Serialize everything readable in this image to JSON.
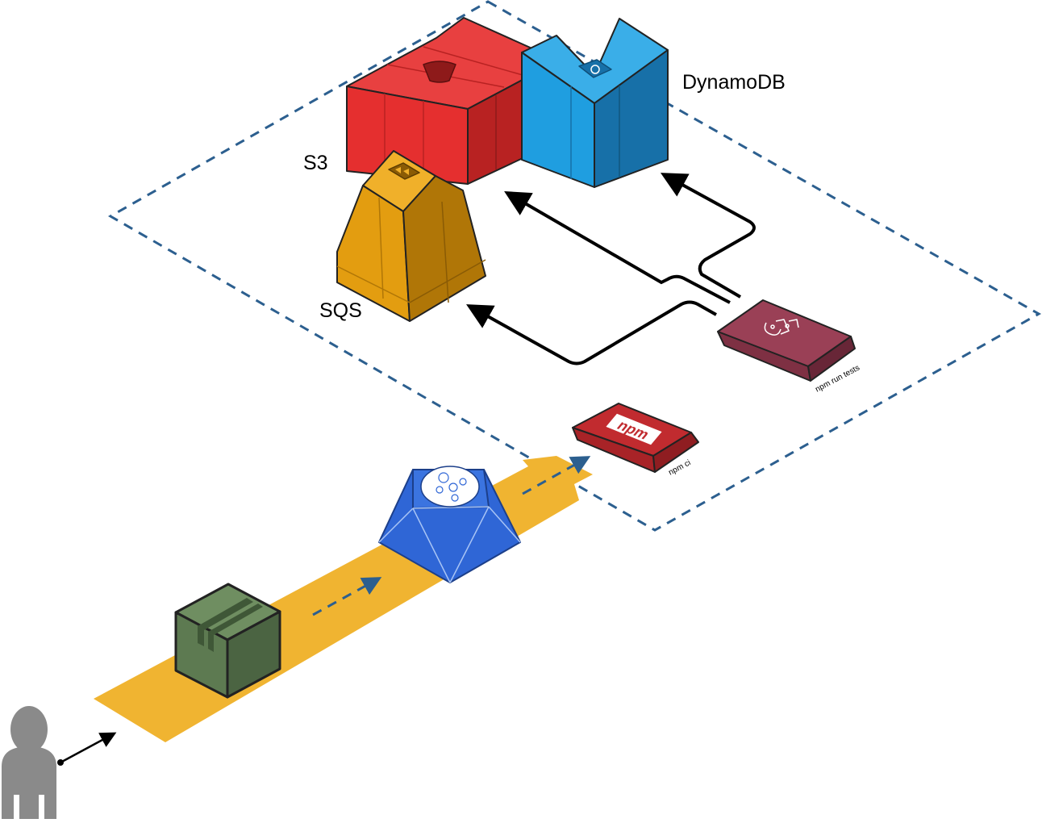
{
  "labels": {
    "s3": "S3",
    "dynamodb": "DynamoDB",
    "sqs": "SQS",
    "npm_run_tests": "npm run tests",
    "npm_ci": "npm ci",
    "npm_logo": "npm"
  },
  "colors": {
    "s3": "#e52f2f",
    "dynamodb": "#1f9ee0",
    "sqs": "#e39d10",
    "test_block": "#8e3a4e",
    "npm_block": "#c12b2f",
    "pipeline_hub": "#2f66d6",
    "package": "#5f7d53",
    "flow_band": "#f0b431",
    "boundary": "#2c5f8f",
    "user": "#8a8a8a"
  },
  "icons": [
    "s3-bucket-icon",
    "dynamodb-table-icon",
    "sqs-queue-icon",
    "jest-icon",
    "npm-logo-icon",
    "pipeline-icon",
    "package-icon",
    "user-icon"
  ]
}
